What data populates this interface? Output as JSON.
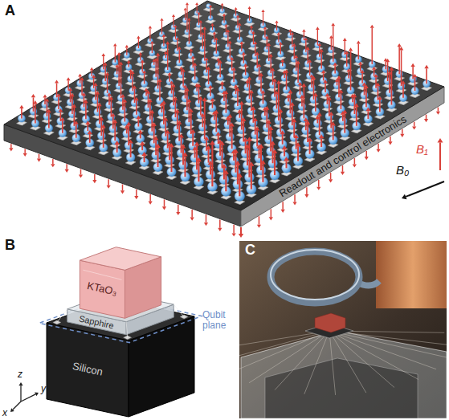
{
  "diagram": {
    "nodes": [
      {
        "text": [
          "Readout and control electronics"
        ]
      },
      {
        "text": [
          "KTaO₃"
        ]
      },
      {
        "text": [
          "Sapphire"
        ]
      },
      {
        "text": [
          "Silicon"
        ]
      }
    ],
    "labels": [
      "A",
      "B₁",
      "B₀",
      "B",
      "Qubit plane",
      "z",
      "y",
      "x",
      "C"
    ]
  }
}
